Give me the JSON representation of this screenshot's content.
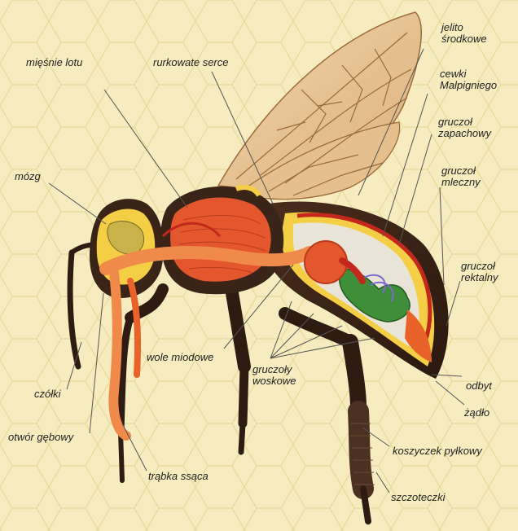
{
  "labels": {
    "miesnie_lotu": "mięśnie lotu",
    "rurkowate_serce": "rurkowate serce",
    "jelito_1": "jelito",
    "jelito_2": "środkowe",
    "cewki_1": "cewki",
    "cewki_2": "Malpigniego",
    "gruczol_zap_1": "gruczoł",
    "gruczol_zap_2": "zapachowy",
    "gruczol_mle_1": "gruczoł",
    "gruczol_mle_2": "mleczny",
    "gruczol_rek_1": "gruczoł",
    "gruczol_rek_2": "rektalny",
    "mozg": "mózg",
    "wole": "wole miodowe",
    "wosk_1": "gruczoły",
    "wosk_2": "woskowe",
    "odbyt": "odbyt",
    "zadlo": "żądło",
    "czulki": "czółki",
    "otwor": "otwór gębowy",
    "koszyczek": "koszyczek pyłkowy",
    "trabka": "trąbka ssąca",
    "szczoteczki": "szczoteczki"
  },
  "colors": {
    "background": "#f6ecc0",
    "hex_line": "#eadb9f",
    "label_text": "#222222",
    "leader_line": "#555555",
    "wing": "#e8c79a",
    "wing_vein": "#9a6b3a",
    "body_brown": "#3a2418",
    "muscle": "#e4572e",
    "gut_orange": "#f08a4b",
    "gut_green": "#3f8f3a",
    "yellow_fill": "#f4cf46",
    "heart_red": "#c4281c"
  }
}
